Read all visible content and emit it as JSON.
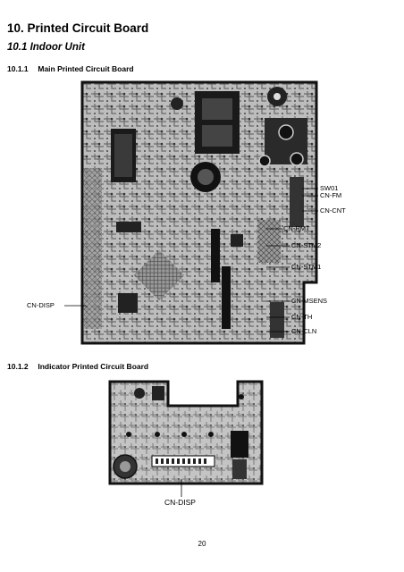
{
  "section": {
    "title": "10.   Printed Circuit Board"
  },
  "subsection": {
    "title": "10.1  Indoor Unit"
  },
  "main_board": {
    "number": "10.1.1",
    "title": "Main Printed Circuit Board",
    "labels": {
      "sw01": "SW01",
      "cn_fm": "CN-FM",
      "cn_cnt": "CN-CNT",
      "cn_rmt": "CN-RMT",
      "cn_stm2": "CN-STM2",
      "cn_stm1": "CN-STM1",
      "cn_msens": "CN-MSENS",
      "cn_th": "CN-TH",
      "cn_cln": "CN-CLN",
      "cn_disp": "CN-DISP"
    }
  },
  "indicator_board": {
    "number": "10.1.2",
    "title": "Indicator Printed Circuit Board",
    "labels": {
      "cn_disp": "CN-DISP"
    }
  },
  "page_number": "20"
}
